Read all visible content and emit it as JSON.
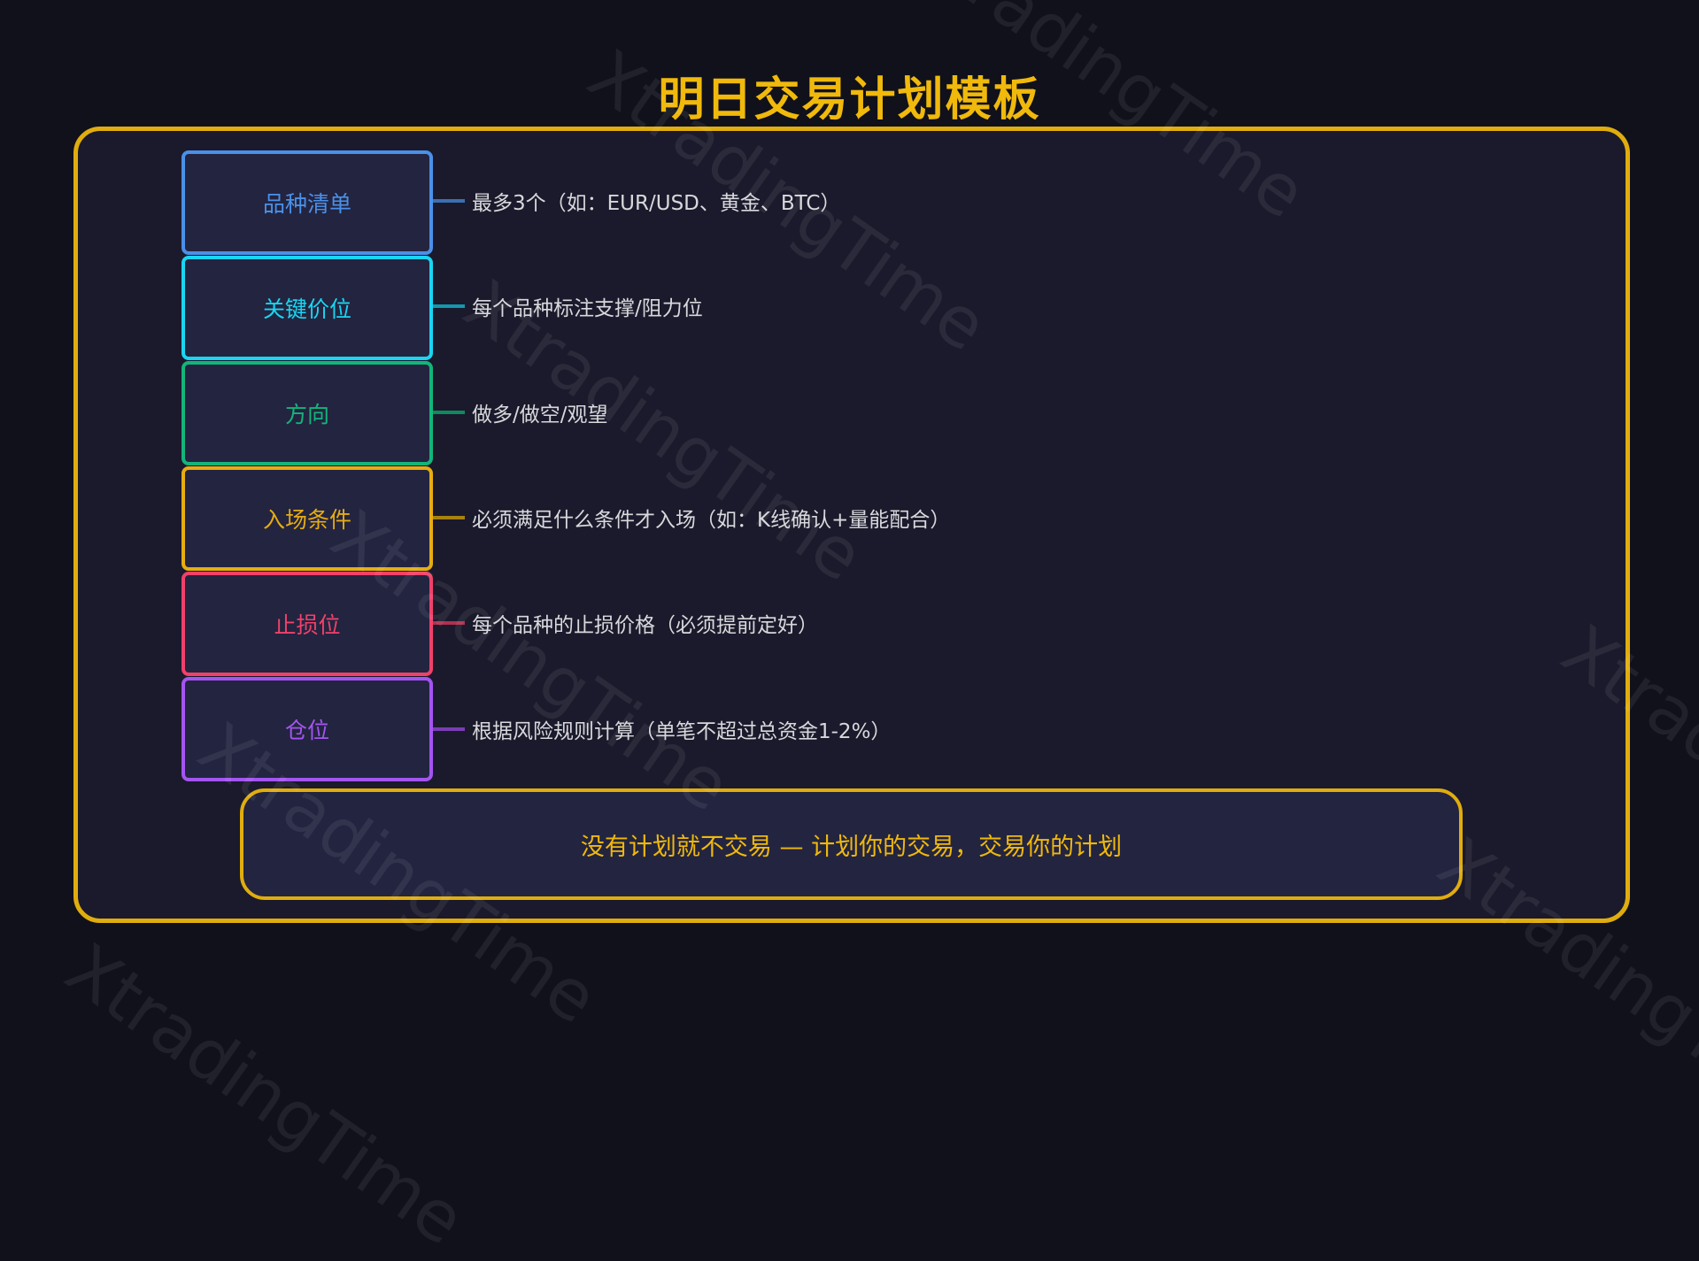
{
  "title": "明日交易计划模板",
  "watermark_text": "XtradingTime",
  "items": [
    {
      "label": "品种清单",
      "color": "#4a90e8",
      "line_color": "#3b6fb3",
      "description": "最多3个（如：EUR/USD、黄金、BTC）"
    },
    {
      "label": "关键价位",
      "color": "#1ad5f0",
      "line_color": "#1497ad",
      "description": "每个品种标注支撑/阻力位"
    },
    {
      "label": "方向",
      "color": "#13b57a",
      "line_color": "#0f8a5e",
      "description": "做多/做空/观望"
    },
    {
      "label": "入场条件",
      "color": "#e6ac12",
      "line_color": "#a8820f",
      "description": "必须满足什么条件才入场（如：K线确认+量能配合）"
    },
    {
      "label": "止损位",
      "color": "#f0416a",
      "line_color": "#b03050",
      "description": "每个品种的止损价格（必须提前定好）"
    },
    {
      "label": "仓位",
      "color": "#a454f0",
      "line_color": "#7a3db3",
      "description": "根据风险规则计算（单笔不超过总资金1-2%）"
    }
  ],
  "banner": {
    "text": "没有计划就不交易 — 计划你的交易，交易你的计划"
  },
  "colors": {
    "background": "#11111b",
    "panel": "#1a1a2c",
    "accent": "#f0b90b"
  }
}
